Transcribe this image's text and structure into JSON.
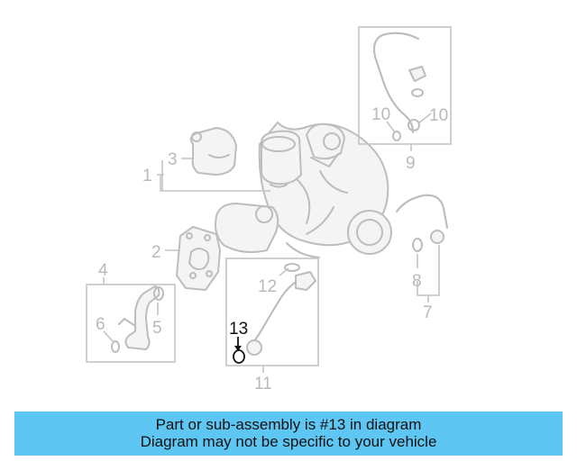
{
  "callouts": [
    {
      "n": "1"
    },
    {
      "n": "2"
    },
    {
      "n": "3"
    },
    {
      "n": "4"
    },
    {
      "n": "5"
    },
    {
      "n": "6"
    },
    {
      "n": "7"
    },
    {
      "n": "8"
    },
    {
      "n": "9"
    },
    {
      "n": "10"
    },
    {
      "n": "10"
    },
    {
      "n": "11"
    },
    {
      "n": "12"
    },
    {
      "n": "13"
    }
  ],
  "highlighted_part": "13",
  "banner": {
    "line1": "Part or sub-assembly is #13 in diagram",
    "line2": "Diagram may not be specific to your vehicle",
    "color": "#5ec6f3"
  }
}
